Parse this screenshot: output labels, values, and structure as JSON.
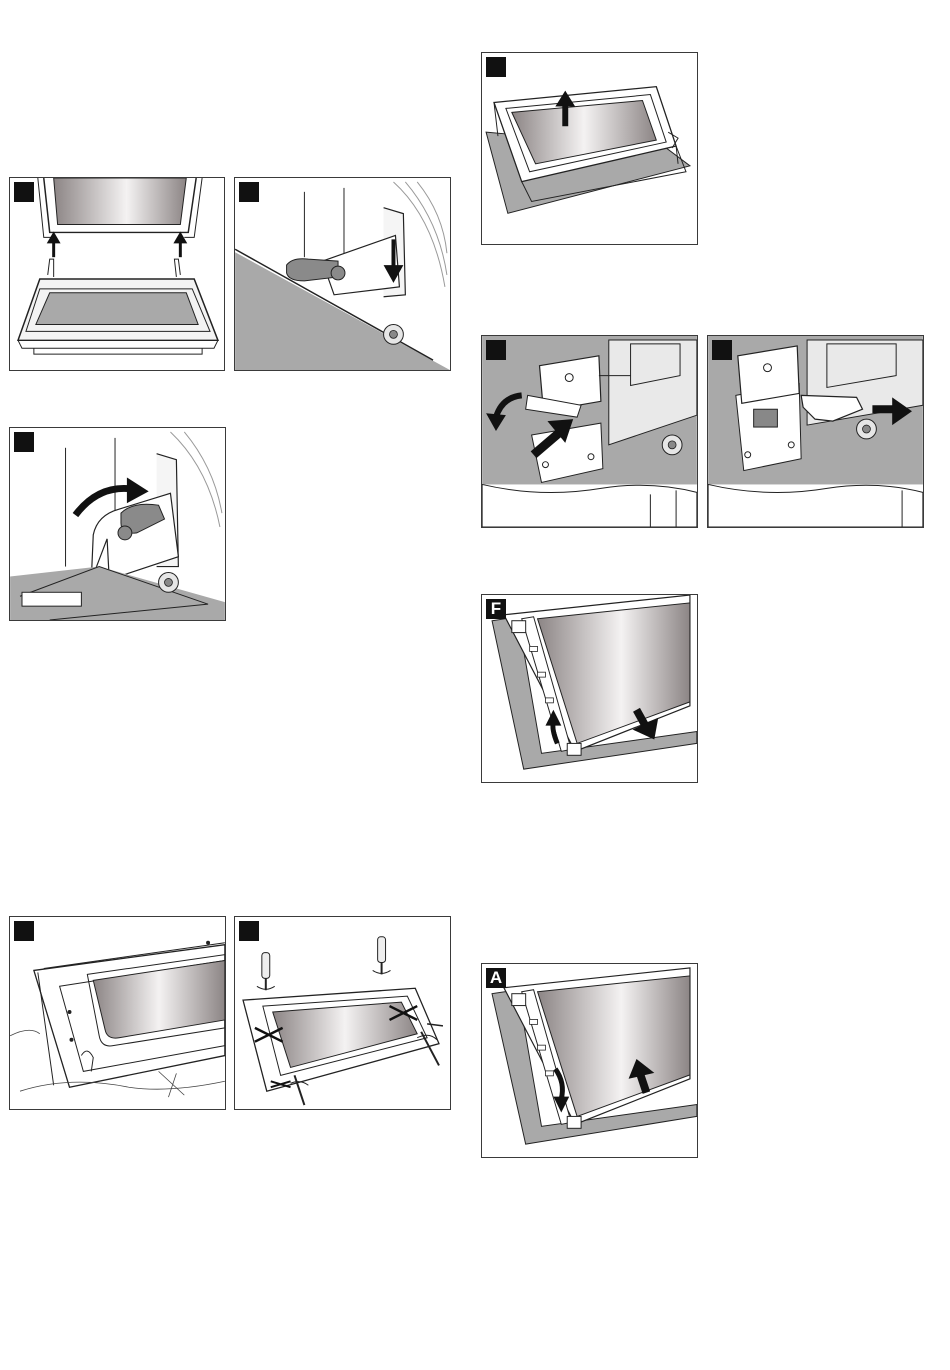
{
  "figures": [
    {
      "id": "fig-1",
      "label": "",
      "subject": "door-lower-frame"
    },
    {
      "id": "fig-2",
      "label": "",
      "subject": "hinge-lever-down"
    },
    {
      "id": "fig-3",
      "label": "",
      "subject": "hinge-lever-up"
    },
    {
      "id": "fig-4",
      "label": "",
      "subject": "door-back-panel"
    },
    {
      "id": "fig-5",
      "label": "",
      "subject": "door-screws-removal"
    },
    {
      "id": "fig-6",
      "label": "",
      "subject": "glass-pane-lift"
    },
    {
      "id": "fig-7",
      "label": "",
      "subject": "clip-press-release"
    },
    {
      "id": "fig-8",
      "label": "",
      "subject": "clip-pull-out"
    },
    {
      "id": "fig-9",
      "label": "F",
      "subject": "rail-remove"
    },
    {
      "id": "fig-10",
      "label": "A",
      "subject": "rail-install"
    }
  ],
  "colors": {
    "line": "#222222",
    "arrow": "#111111",
    "grey": "#a9a9a9",
    "glass_dark": "#8c8585",
    "glass_light": "#f4f2f2"
  }
}
